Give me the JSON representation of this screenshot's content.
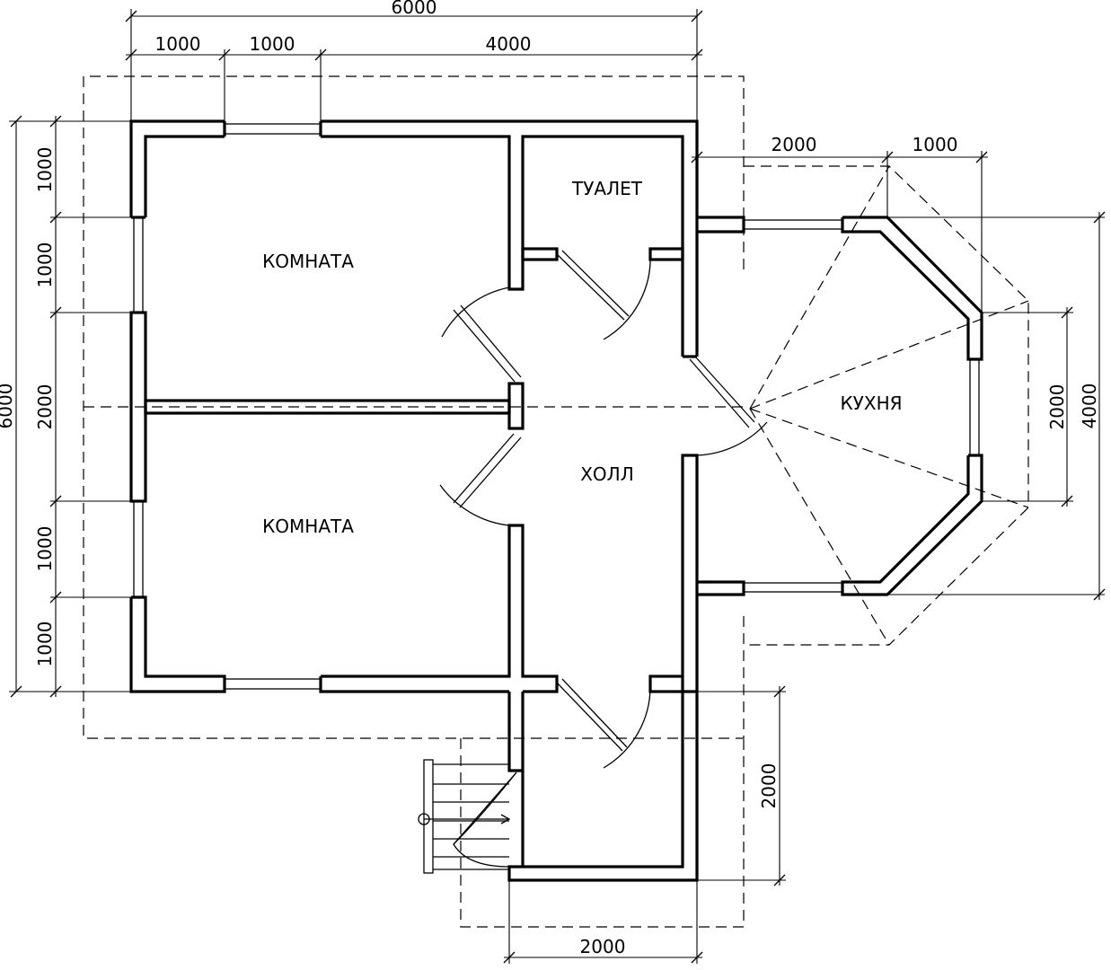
{
  "rooms": {
    "komnata_top": "КОМНАТА",
    "komnata_bottom": "КОМНАТА",
    "tualet": "ТУАЛЕТ",
    "holl": "ХОЛЛ",
    "kuhnya": "КУХНЯ"
  },
  "dimensions": {
    "top_total": "6000",
    "top_seg1": "1000",
    "top_seg2": "1000",
    "top_seg3": "4000",
    "left_total": "6000",
    "left_seg1": "1000",
    "left_seg2": "1000",
    "left_seg3": "2000",
    "left_seg4": "1000",
    "left_seg5": "1000",
    "kitchen_top1": "2000",
    "kitchen_top2": "1000",
    "kitchen_right_inner": "2000",
    "kitchen_right_outer": "4000",
    "porch_right": "2000",
    "porch_bottom": "2000"
  }
}
